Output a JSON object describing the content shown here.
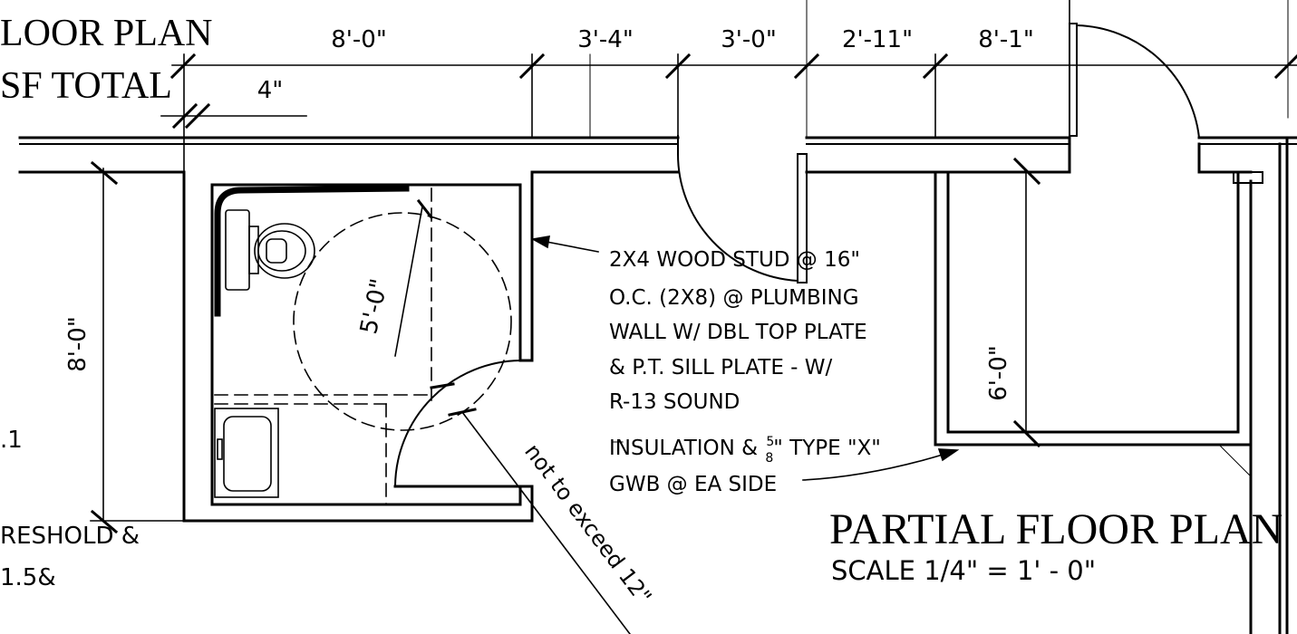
{
  "title_fragment": {
    "line1": "LOOR PLAN",
    "line2": "SF TOTAL"
  },
  "dimensions_top": [
    "8'-0\"",
    "3'-4\"",
    "3'-0\"",
    "2'-11\"",
    "8'-1\""
  ],
  "dimension_small": "4\"",
  "dimension_left": "8'-0\"",
  "dimension_circle": "5'-0\"",
  "dimension_right": "6'-0\"",
  "left_fragments": {
    "line1": ".1",
    "line2": "RESHOLD &",
    "line3": "1.5&"
  },
  "wall_note": {
    "line1": "2X4 WOOD STUD @ 16\"",
    "line2": "O.C. (2X8) @ PLUMBING",
    "line3": "WALL W/ DBL TOP PLATE",
    "line4": "& P.T. SILL PLATE - W/",
    "line5": "R-13 SOUND",
    "line6_prefix": "INSULATION & ",
    "line6_frac_num": "5",
    "line6_frac_den": "8",
    "line6_suffix": "\" TYPE \"X\"",
    "line7": "GWB @ EA SIDE"
  },
  "door_note": "not to exceed 12\"",
  "plan_title": "PARTIAL FLOOR PLAN",
  "plan_scale": "SCALE 1/4\" = 1' - 0\""
}
